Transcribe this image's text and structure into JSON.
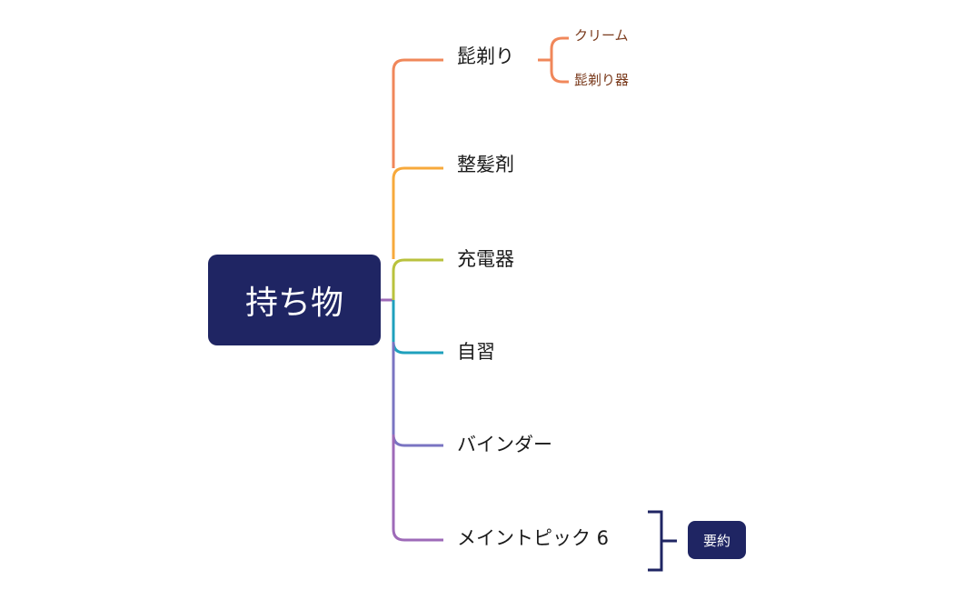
{
  "mindmap": {
    "root": {
      "label": "持ち物"
    },
    "branches": [
      {
        "label": "髭剃り",
        "color": "#f0875a",
        "children": [
          {
            "label": "クリーム"
          },
          {
            "label": "髭剃り器"
          }
        ]
      },
      {
        "label": "整髪剤",
        "color": "#f7a93b"
      },
      {
        "label": "充電器",
        "color": "#b9c23d"
      },
      {
        "label": "自習",
        "color": "#1fa0bd"
      },
      {
        "label": "バインダー",
        "color": "#7a74c2"
      },
      {
        "label": "メイントピック 6",
        "color": "#9e6ab8"
      }
    ],
    "summary": {
      "label": "要約",
      "color": "#1f2563"
    },
    "trunk_colors": {
      "upper": "#f7a93b",
      "lower": "#9e6ab8"
    }
  }
}
